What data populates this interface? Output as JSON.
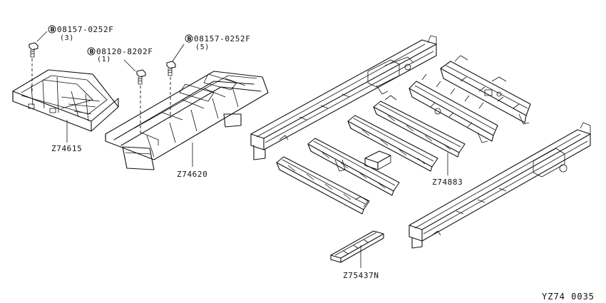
{
  "diagram_code": "YZ74 0035",
  "parts": [
    {
      "id": "part-z74615",
      "label": "Z74615"
    },
    {
      "id": "part-z74620",
      "label": "Z74620"
    },
    {
      "id": "part-z74883",
      "label": "Z74883"
    },
    {
      "id": "part-z75437n",
      "label": "Z75437N"
    }
  ],
  "fasteners": [
    {
      "badge": "B",
      "part_no": "08157-0252F",
      "qty": "(3)"
    },
    {
      "badge": "B",
      "part_no": "08120-8202F",
      "qty": "(1)"
    },
    {
      "badge": "B",
      "part_no": "08157-0252F",
      "qty": "(5)"
    }
  ]
}
